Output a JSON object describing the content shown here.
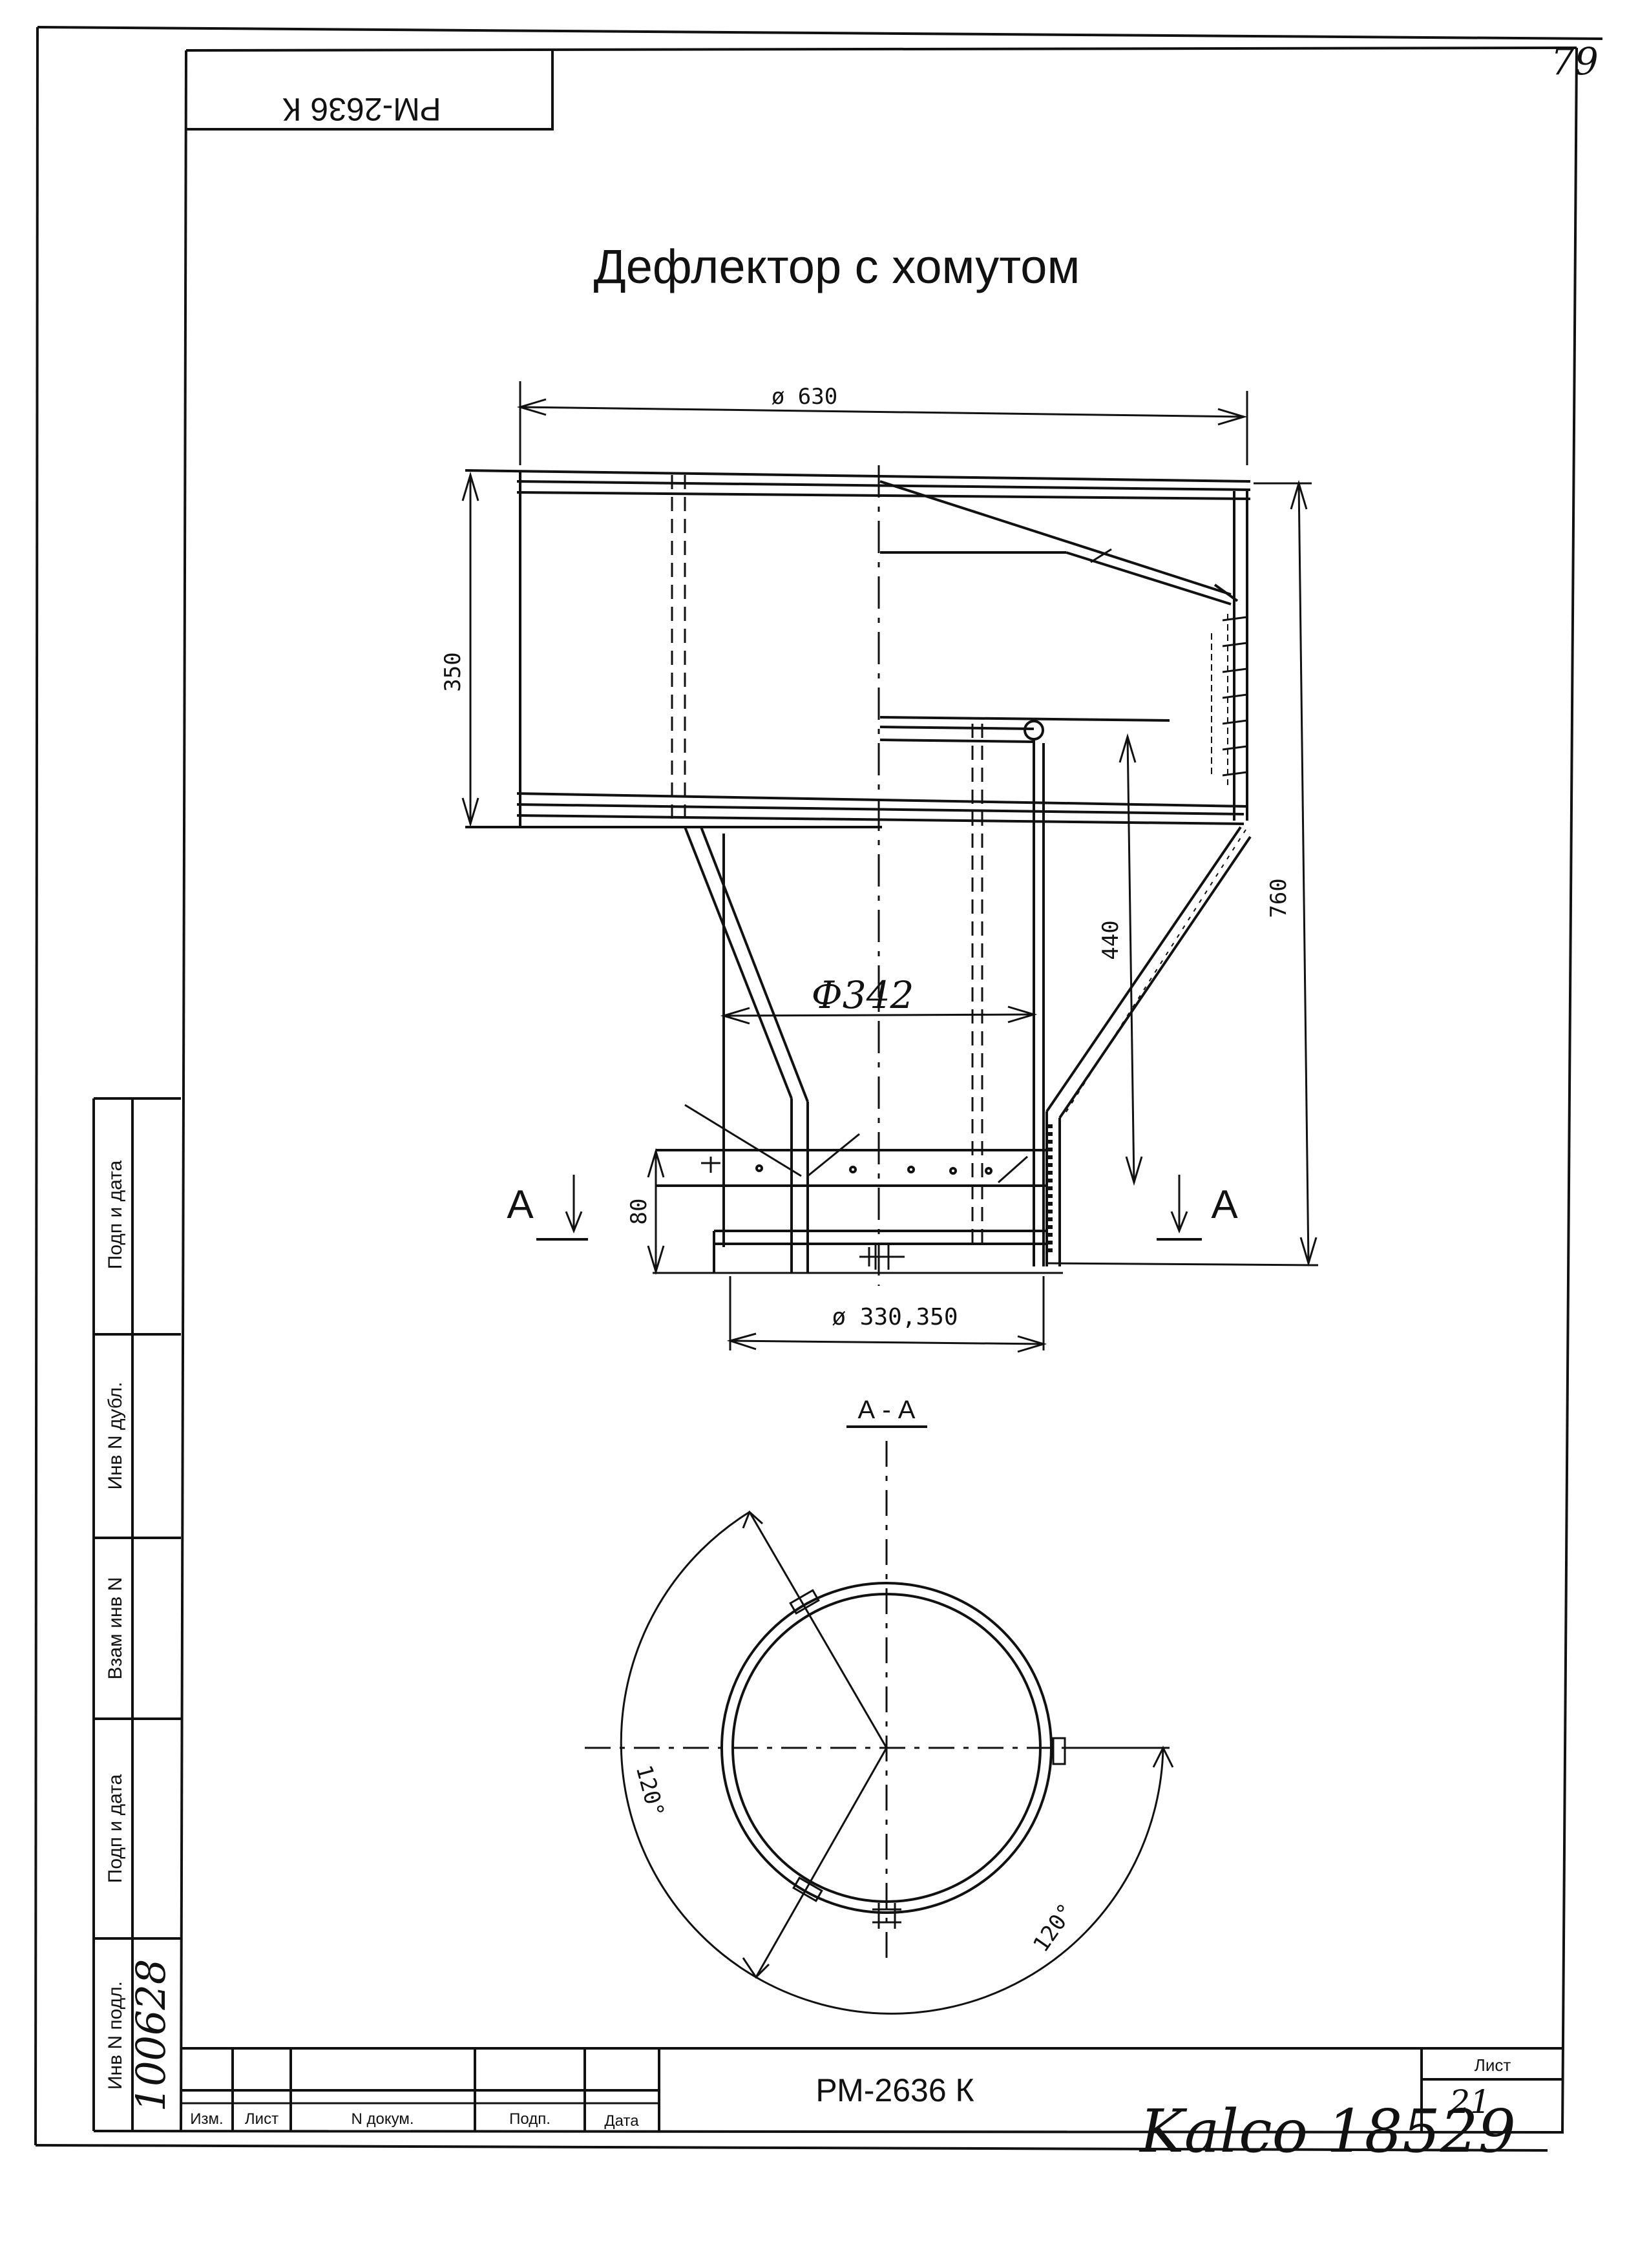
{
  "sheet": {
    "page_number": "79",
    "top_stamp": "РМ-2636 К",
    "title": "Дефлектор с хомутом",
    "document_code": "РМ-2636 К",
    "sheet_label": "Лист",
    "sheet_number": "21",
    "bottom_signature": "Kalco 18529"
  },
  "side_stamp": {
    "labels": [
      "Подп и дата",
      "Инв N дубл.",
      "Взам инв N",
      "Подп и дата",
      "Инв N подл."
    ],
    "inventory_number": "100628"
  },
  "title_block": {
    "col_izm": "Изм.",
    "col_list": "Лист",
    "col_ndokum": "N докум.",
    "col_podp": "Подп.",
    "col_data": "Дата"
  },
  "dimensions": {
    "top_diameter": "ø 630",
    "height_top": "350",
    "total_height": "760",
    "inner_height": "440",
    "pipe_diameter": "Ф342",
    "bottom_height": "80",
    "bottom_diameter": "ø 330,350",
    "angle_1": "120°",
    "angle_2": "120°"
  },
  "section": {
    "label": "А - А",
    "arrow_left": "А",
    "arrow_right": "А"
  }
}
